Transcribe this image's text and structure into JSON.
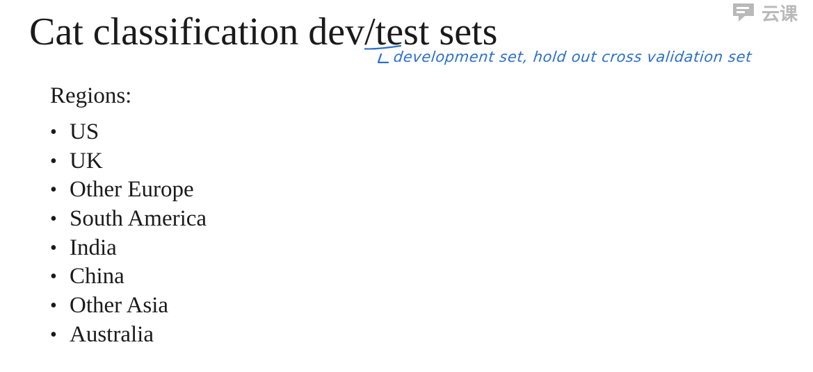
{
  "slide": {
    "title": "Cat classification dev/test sets",
    "annotation": "development set, hold out cross validation set",
    "section_label": "Regions:",
    "bullet_glyph": "•",
    "regions": [
      "US",
      "UK",
      "Other Europe",
      "South America",
      "India",
      "China",
      "Other Asia",
      "Australia"
    ]
  },
  "watermark": {
    "icon": "chat-bubble-icon",
    "text": "云课"
  },
  "colors": {
    "ink": "#1a1a1a",
    "annotation": "#2a6fc9",
    "watermark": "#b9b9b9",
    "background": "#ffffff"
  }
}
